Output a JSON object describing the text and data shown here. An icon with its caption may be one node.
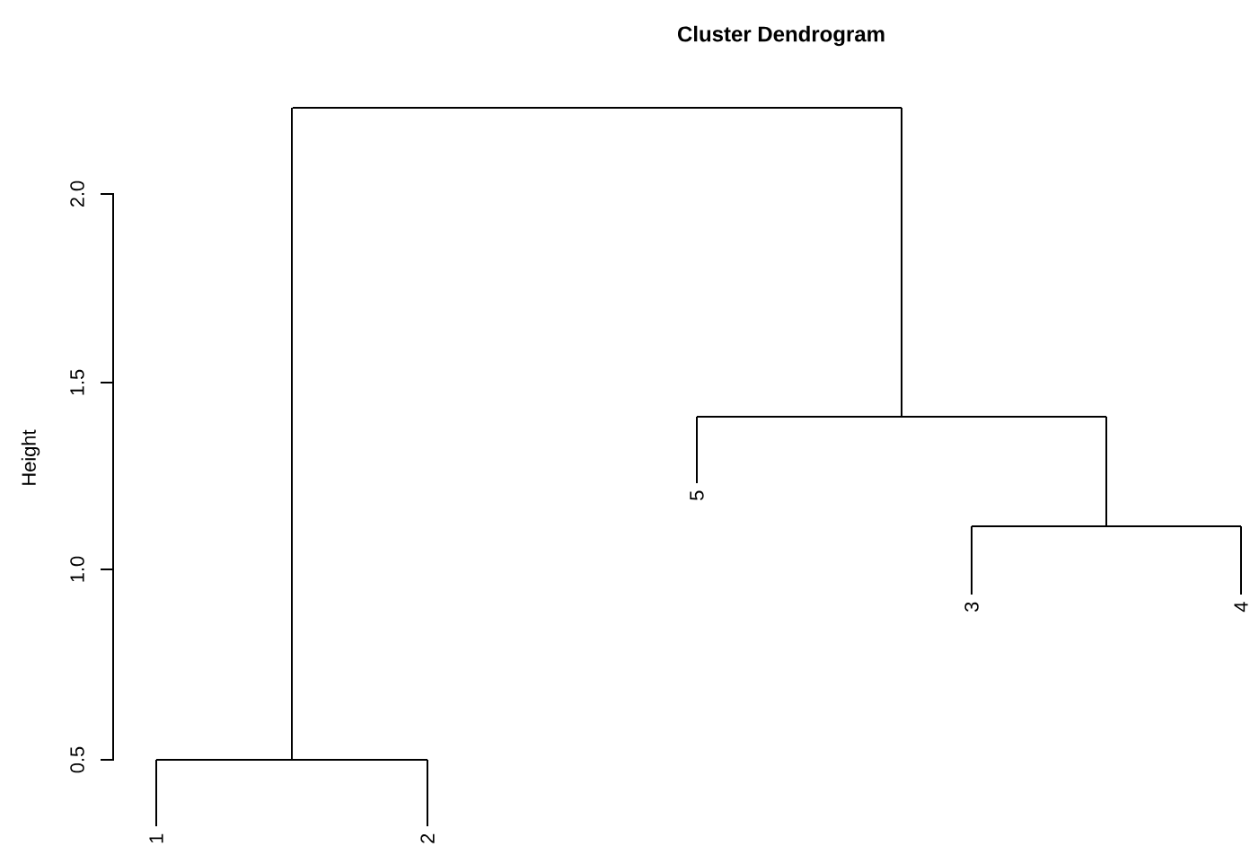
{
  "diagram": {
    "title": "Cluster Dendrogram",
    "nodes": [
      {
        "text": [],
        "shape": "bar"
      },
      {
        "text": [],
        "shape": "bar"
      },
      {
        "text": [],
        "shape": "bar"
      },
      {
        "text": [],
        "shape": "bar"
      },
      {
        "text": [
          "1"
        ]
      },
      {
        "text": [
          "2"
        ]
      },
      {
        "text": [
          "5"
        ]
      },
      {
        "text": [
          "3"
        ]
      },
      {
        "text": [
          "4"
        ]
      }
    ],
    "edges": [
      {
        "from": 0,
        "to": 1,
        "arrow": "none"
      },
      {
        "from": 0,
        "to": 2,
        "arrow": "none"
      },
      {
        "from": 1,
        "to": 4,
        "arrow": "none"
      },
      {
        "from": 1,
        "to": 5,
        "arrow": "none"
      },
      {
        "from": 2,
        "to": 6,
        "arrow": "none"
      },
      {
        "from": 2,
        "to": 3,
        "arrow": "none"
      },
      {
        "from": 3,
        "to": 7,
        "arrow": "none"
      },
      {
        "from": 3,
        "to": 8,
        "arrow": "none"
      }
    ],
    "labels": [
      "Height",
      "0.5",
      "1.0",
      "1.5",
      "2.0"
    ]
  }
}
